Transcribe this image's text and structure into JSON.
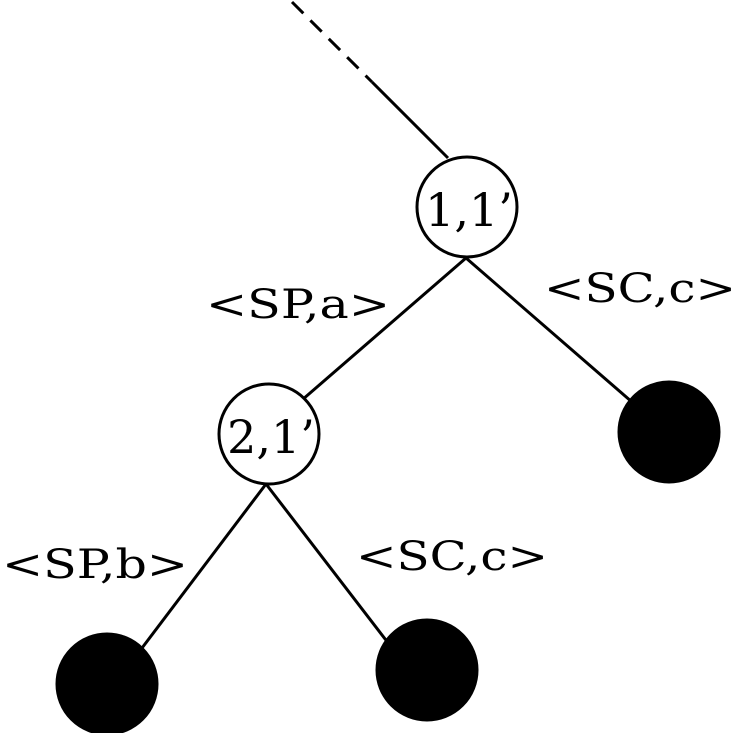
{
  "colors": {
    "ink": "#000000",
    "background": "#ffffff"
  },
  "nodes": {
    "root": {
      "label": "1,1’"
    },
    "child": {
      "label": "2,1’"
    }
  },
  "edges": {
    "root_left": {
      "label": "<SP,a>"
    },
    "root_right": {
      "label": "<SC,c>"
    },
    "child_left": {
      "label": "<SP,b>"
    },
    "child_right": {
      "label": "<SC,c>"
    }
  }
}
